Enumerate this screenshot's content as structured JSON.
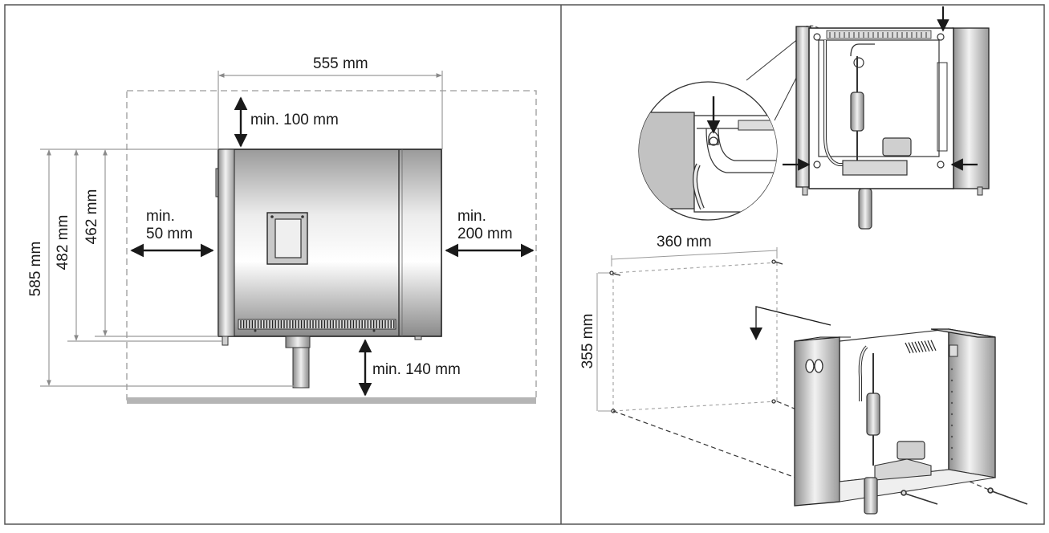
{
  "left_panel": {
    "dimensions": {
      "width": "555 mm",
      "height_outer": "585 mm",
      "height_mid": "482 mm",
      "height_inner": "462 mm"
    },
    "clearances": {
      "top": "min. 100 mm",
      "left_line1": "min.",
      "left_line2": "50 mm",
      "right_line1": "min.",
      "right_line2": "200 mm",
      "bottom": "min. 140 mm"
    }
  },
  "right_panel": {
    "hole_width": "360 mm",
    "hole_height": "355 mm"
  },
  "colors": {
    "steel_light": "#f4f4f4",
    "steel_dark": "#8e8e8e",
    "line": "#1a1a1a",
    "dim_line": "#9a9a9a",
    "floor": "#b5b5b5"
  }
}
